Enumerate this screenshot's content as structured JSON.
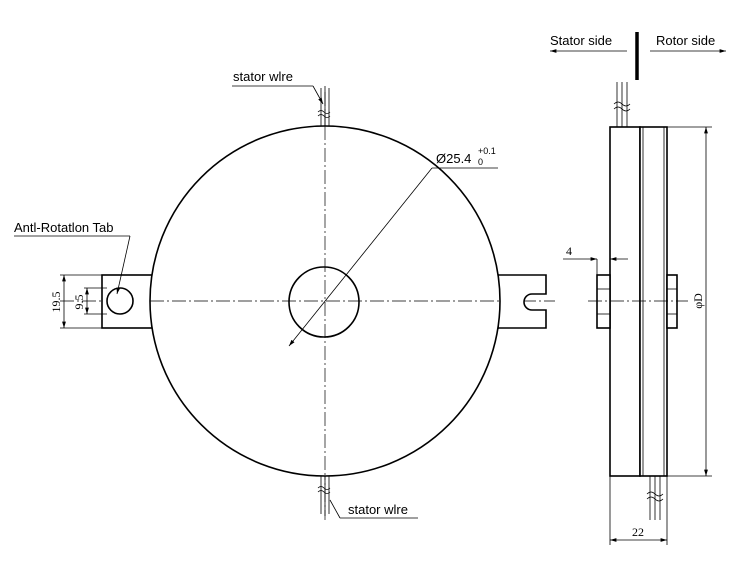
{
  "labels": {
    "stator_side": "Stator side",
    "rotor_side": "Rotor side",
    "stator_wire_top": "stator wlre",
    "stator_wire_bottom": "stator wlre",
    "anti_rotation_tab": "Antl-Rotatlon Tab"
  },
  "dimensions": {
    "bore_prefix": "Ø25.4",
    "bore_tol_upper": "+0.1",
    "bore_tol_lower": "0",
    "tab_height": "19.5",
    "tab_half": "9.5",
    "flange": "4",
    "outer_diameter": "φD",
    "width": "22"
  }
}
